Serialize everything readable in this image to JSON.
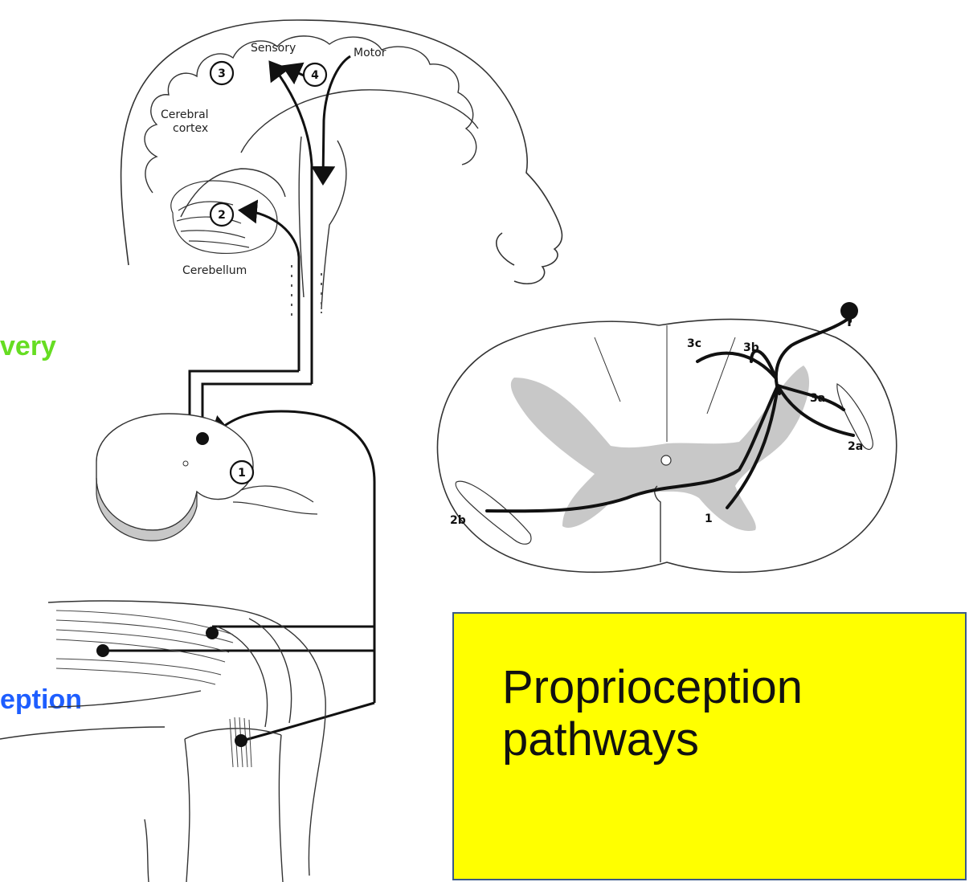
{
  "left_fragments": {
    "green_word": "very",
    "blue_word": "eption"
  },
  "brain": {
    "sensory": "Sensory",
    "motor": "Motor",
    "cerebral_cortex": "Cerebral\ncortex",
    "cerebral_line1": "Cerebral",
    "cerebral_line2": "cortex",
    "cerebellum": "Cerebellum"
  },
  "markers": [
    "1",
    "2",
    "3",
    "4"
  ],
  "spinal_cord_labels": [
    "3c",
    "3b",
    "3a",
    "2a",
    "2b",
    "1"
  ],
  "title_box": {
    "text": "Proprioception\npathways",
    "bg_color": "#ffff00"
  },
  "colors": {
    "green_fragment": "#66dd22",
    "blue_fragment": "#1e5eff",
    "grey_matter": "#c8c8c8"
  }
}
